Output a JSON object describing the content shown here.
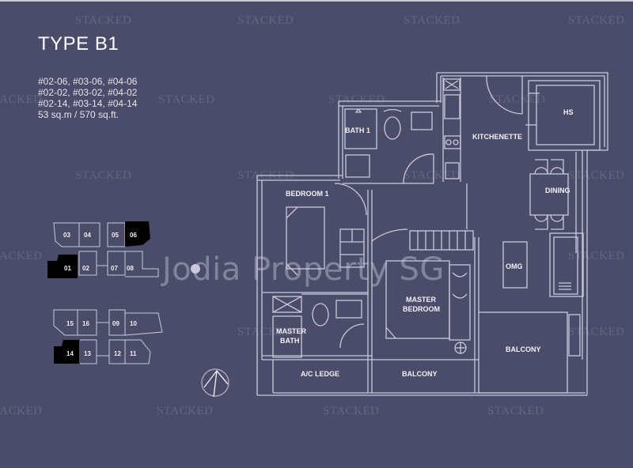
{
  "plan": {
    "type_title": "TYPE B1",
    "unit_lines": [
      "#02-06, #03-06, #04-06",
      "#02-02, #03-02, #04-02",
      "#02-14, #03-14, #04-14",
      "53 sq.m / 570 sq.ft."
    ]
  },
  "rooms": {
    "bath1": "BATH 1",
    "kitchenette": "KITCHENETTE",
    "hs": "HS",
    "dining": "DINING",
    "bedroom1": "BEDROOM 1",
    "living": "OMG",
    "master_bedroom_1": "MASTER",
    "master_bedroom_2": "BEDROOM",
    "master_bath_1": "MASTER",
    "master_bath_2": "BATH",
    "ac_ledge": "A/C LEDGE",
    "balcony_small": "BALCONY",
    "balcony_large": "BALCONY"
  },
  "key_plan_upper": {
    "units": [
      "03",
      "04",
      "05",
      "06",
      "01",
      "02",
      "07",
      "08"
    ],
    "highlighted": [
      "06",
      "01"
    ]
  },
  "key_plan_lower": {
    "units": [
      "15",
      "16",
      "09",
      "10",
      "14",
      "13",
      "12",
      "11"
    ],
    "highlighted": [
      "14"
    ]
  },
  "watermarks": {
    "brand": "STACKED",
    "overlay": "Jodia Property SG"
  },
  "colors": {
    "background": "#4a4c6a",
    "lines": "#c8cadc",
    "text": "#ffffff",
    "highlight_unit": "#000000"
  }
}
